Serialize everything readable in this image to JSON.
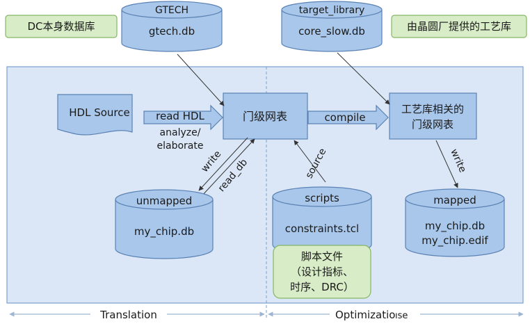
{
  "labels": {
    "dc_lib": "DC本身数据库",
    "tech_lib": "由晶圆厂提供的工艺库",
    "bottom_left": "Translation",
    "bottom_right": "Optimizatio",
    "bottom_right_tail": "ıse"
  },
  "cylinders": {
    "gtech": {
      "top": "GTECH",
      "body": "gtech.db"
    },
    "target": {
      "top": "target_library",
      "body": "core_slow.db"
    },
    "unmapped": {
      "top": "unmapped",
      "body": "my_chip.db"
    },
    "scripts": {
      "top": "scripts",
      "body": "constraints.tcl"
    },
    "mapped": {
      "top": "mapped",
      "body1": "my_chip.db",
      "body2": "my_chip.edif"
    }
  },
  "boxes": {
    "hdl": "HDL Source",
    "gate_netlist": "门级网表",
    "tech_netlist_1": "工艺库相关的",
    "tech_netlist_2": "门级网表"
  },
  "arrows": {
    "read_hdl": "read HDL",
    "analyze": "analyze/",
    "elaborate": "elaborate",
    "compile": "compile",
    "write_left": "write",
    "read_db": "read_db",
    "source": "source",
    "write_right": "write"
  },
  "script_note": {
    "line1": "脚本文件",
    "line2": "（设计指标、",
    "line3": "时序、DRC）"
  },
  "colors": {
    "panel_fill": "#dbe7f6",
    "panel_stroke": "#7aa0cf",
    "shape_fill": "#a9c7ea",
    "shape_stroke": "#5a82b4",
    "green_fill": "#d7ecc7",
    "green_stroke": "#86b664",
    "line": "#333333",
    "axis": "#9db4d3"
  }
}
